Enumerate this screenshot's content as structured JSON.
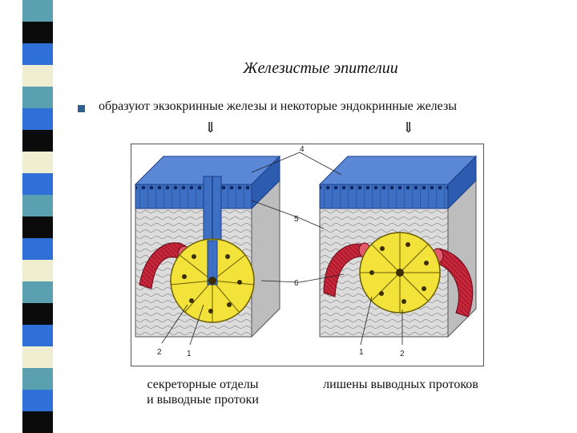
{
  "title": "Железистые эпителии",
  "bullet_text": "образуют экзокринные железы и некоторые эндокринные железы",
  "arrow_glyph": "⇓",
  "figure": {
    "labels": {
      "n4": "4",
      "n5": "5",
      "n6": "6",
      "left_n2": "2",
      "left_n1": "1",
      "right_n1": "1",
      "right_n2": "2"
    }
  },
  "caption_left_line1": "секреторные отделы",
  "caption_left_line2": "и выводные протоки",
  "caption_right": "лишены выводных протоков",
  "colors": {
    "epithelium": "#3d6fc4",
    "secretory": "#f2e23a",
    "vessel": "#c8263a",
    "connective": "#d9d9d9",
    "stripe_blue": "#2f6fd8",
    "stripe_dark": "#0b0b0b",
    "stripe_teal": "#5aa0b0",
    "stripe_cream": "#efeed0"
  }
}
